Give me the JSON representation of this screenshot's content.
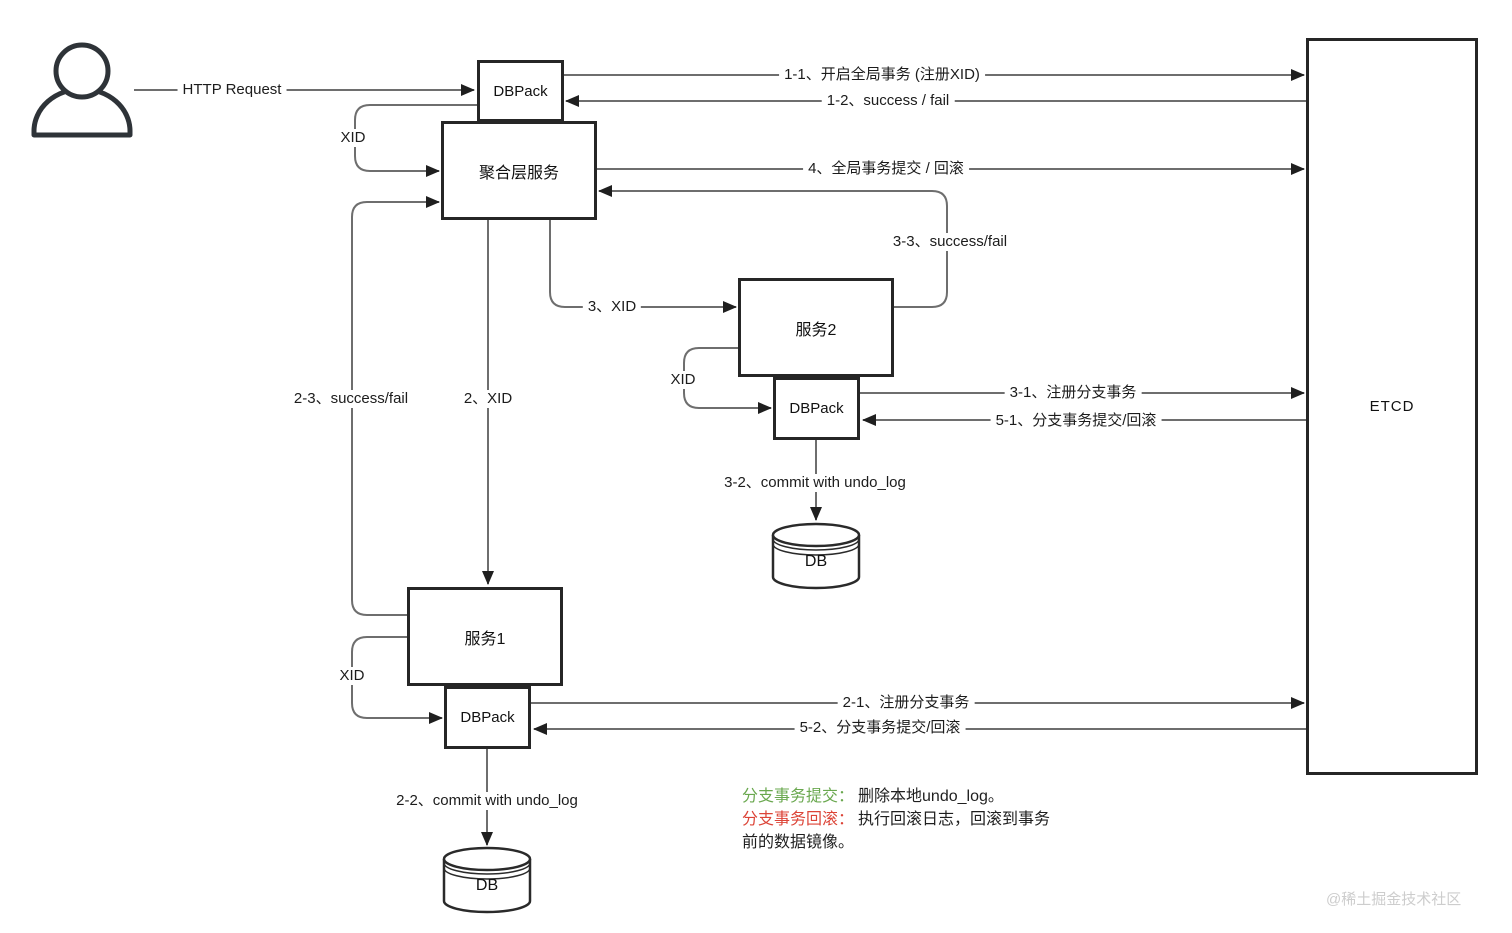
{
  "diagram": {
    "nodes": {
      "dbpack_top": "DBPack",
      "aggregation": "聚合层服务",
      "service2": "服务2",
      "dbpack_service2": "DBPack",
      "db_service2": "DB",
      "service1": "服务1",
      "dbpack_service1": "DBPack",
      "db_service1": "DB",
      "etcd": "ETCD"
    },
    "edge_labels": {
      "http_request": "HTTP Request",
      "xid_aggregation": "XID",
      "e1_1": "1-1、开启全局事务 (注册XID)",
      "e1_2": "1-2、success / fail",
      "e4": "4、全局事务提交 / 回滚",
      "e3_3": "3-3、success/fail",
      "e3": "3、XID",
      "xid_service2": "XID",
      "e3_1": "3-1、注册分支事务",
      "e5_1": "5-1、分支事务提交/回滚",
      "e3_2": "3-2、commit with undo_log",
      "e2_3": "2-3、success/fail",
      "e2": "2、XID",
      "xid_service1": "XID",
      "e2_1": "2-1、注册分支事务",
      "e5_2": "5-2、分支事务提交/回滚",
      "e2_2": "2-2、commit with undo_log"
    },
    "legend": {
      "commit_term": "分支事务提交：",
      "commit_desc": "删除本地undo_log。",
      "rollback_term": "分支事务回滚：",
      "rollback_desc": "执行回滚日志，回滚到事务前的数据镜像。",
      "commit_color": "#6aa84f",
      "rollback_color": "#dc4437"
    },
    "watermark": "@稀土掘金技术社区"
  }
}
